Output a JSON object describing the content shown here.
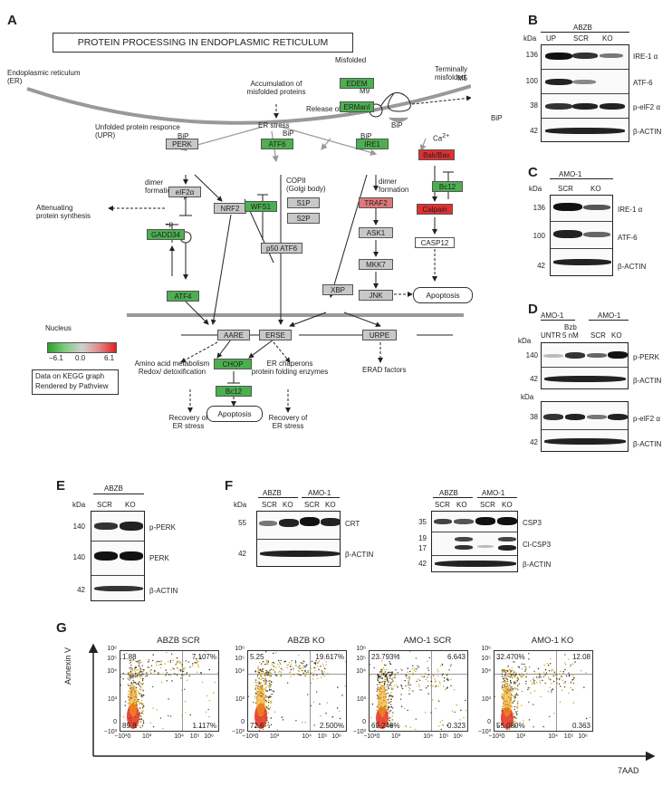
{
  "panels": {
    "A": "A",
    "B": "B",
    "C": "C",
    "D": "D",
    "E": "E",
    "F": "F",
    "G": "G"
  },
  "kegg": {
    "title": "PROTEIN PROCESSING IN ENDOPLASMIC RETICULUM",
    "er_label": "Endoplasmic reticulum\n(ER)",
    "misfolded": "Misfolded",
    "accumulation": "Accumulation of\nmisfolded proteins",
    "terminally": "Terminally\nmisfolded",
    "m9": "M9",
    "m5": "M5",
    "bip": "BiP",
    "ca": "Ca",
    "ca_sup": "2+",
    "upr": "Unfolded protein responce\n(UPR)",
    "er_stress": "ER stress",
    "release_bip": "Release of Bip",
    "dimer1": "dimer\nformation",
    "dimer2": "dimer\nformation",
    "plus_p": "+p",
    "minus_p": "−p",
    "attenuating": "Attenuating\nprotein synthesis",
    "copii": "COPII\n(Golgi body)",
    "nucleus": "Nucleus",
    "aa_metab": "Amino acid metabolism\nRedox/ detoxification",
    "er_chap": "ER chaperons\nprotein folding enzymes",
    "erad": "ERAD factors",
    "recovery1": "Recovery of\nER stress",
    "recovery2": "Recovery of\nER stress",
    "apoptosis1": "Apoptosis",
    "apoptosis2": "Apoptosis",
    "legend_min": "−6.1",
    "legend_mid": "0.0",
    "legend_max": "6.1",
    "data_note": "Data on KEGG graph\nRendered by Pathview",
    "nodes": {
      "EDEM": "EDEM",
      "ERManI": "ERManI",
      "PERK": "PERK",
      "ATF6": "ATF6",
      "IRE1": "IRE1",
      "BakBax": "Bak/Bax",
      "eIF2a": "eIF2α",
      "NRF2": "NRF2",
      "WFS1": "WFS1",
      "S1P": "S1P",
      "S2P": "S2P",
      "TRAF2": "TRAF2",
      "Bc12a": "Bc12",
      "Calpain": "Calpain",
      "GADD34": "GADD34",
      "ASK1": "ASK1",
      "CASP12": "CASP12",
      "p50": "p50 ATF6",
      "MKK7": "MKK7",
      "ATF4": "ATF4",
      "XBP": "XBP",
      "JNK": "JNK",
      "AARE": "AARE",
      "ERSE": "ERSE",
      "URPE": "URPE",
      "CHOP": "CHOP",
      "Bc12b": "Bc12"
    }
  },
  "blots": {
    "B": {
      "title": "ABZB",
      "kda": "kDa",
      "lanes": [
        "UP",
        "SCR",
        "KO"
      ],
      "rows": [
        {
          "mw": "136",
          "label": "IRE-1 α"
        },
        {
          "mw": "100",
          "label": "ATF-6"
        },
        {
          "mw": "38",
          "label": "p-eIF2 α"
        },
        {
          "mw": "42",
          "label": "β-ACTIN"
        }
      ]
    },
    "C": {
      "title": "AMO-1",
      "kda": "kDa",
      "lanes": [
        "SCR",
        "KO"
      ],
      "rows": [
        {
          "mw": "136",
          "label": "IRE-1 α"
        },
        {
          "mw": "100",
          "label": "ATF-6"
        },
        {
          "mw": "42",
          "label": "β-ACTIN"
        }
      ]
    },
    "D": {
      "title1": "AMO-1",
      "title2": "AMO-1",
      "kda": "kDa",
      "kda2": "kDa",
      "lanes": [
        "UNTR",
        "Bzb\n5 nM",
        "SCR",
        "KO"
      ],
      "rows": [
        {
          "mw": "140",
          "label": "p-PERK"
        },
        {
          "mw": "42",
          "label": "β-ACTIN"
        },
        {
          "mw": "38",
          "label": "p-eIF2 α"
        },
        {
          "mw": "42",
          "label": "β-ACTIN"
        }
      ]
    },
    "E": {
      "title": "ABZB",
      "kda": "kDa",
      "lanes": [
        "SCR",
        "KO"
      ],
      "rows": [
        {
          "mw": "140",
          "label": "p-PERK"
        },
        {
          "mw": "140",
          "label": "PERK"
        },
        {
          "mw": "42",
          "label": "β-ACTIN"
        }
      ]
    },
    "F1": {
      "t1": "ABZB",
      "t2": "AMO-1",
      "kda": "kDa",
      "lanes": [
        "SCR",
        "KO",
        "SCR",
        "KO"
      ],
      "rows": [
        {
          "mw": "55",
          "label": "CRT"
        },
        {
          "mw": "42",
          "label": "β-ACTIN"
        }
      ]
    },
    "F2": {
      "t1": "ABZB",
      "t2": "AMO-1",
      "lanes": [
        "SCR",
        "KO",
        "SCR",
        "KO"
      ],
      "rows": [
        {
          "mw": "35",
          "label": "CSP3"
        },
        {
          "mw": "19",
          "label": "Cl-CSP3"
        },
        {
          "mw": "17",
          "label": ""
        },
        {
          "mw": "42",
          "label": "β-ACTIN"
        }
      ]
    }
  },
  "flow": {
    "ylabel": "Annexin V",
    "xlabel": "7AAD",
    "yticks": [
      "10⁶",
      "10⁵",
      "10⁴",
      "10³",
      "0",
      "−10³"
    ],
    "xticks": [
      "−10³",
      "0",
      "10³",
      "10⁴",
      "10⁵",
      "10⁶"
    ],
    "plots": [
      {
        "title": "ABZB SCR",
        "ul": "1.88",
        "ur": "7.107%",
        "ll": "89.8",
        "lr": "1.117%"
      },
      {
        "title": "ABZB KO",
        "ul": "5.25",
        "ur": "19.617%",
        "ll": "72.6",
        "lr": "2.500%"
      },
      {
        "title": "AMO-1 SCR",
        "ul": "23.793%",
        "ur": "6.643",
        "ll": "69.240%",
        "lr": "0.323"
      },
      {
        "title": "AMO-1 KO",
        "ul": "32.470%",
        "ur": "12.08",
        "ll": "55.080%",
        "lr": "0.363"
      }
    ]
  },
  "colors": {
    "green": "#4caf50",
    "gray": "#c8c8c8",
    "red": "#e03030",
    "pink": "#e07878"
  }
}
